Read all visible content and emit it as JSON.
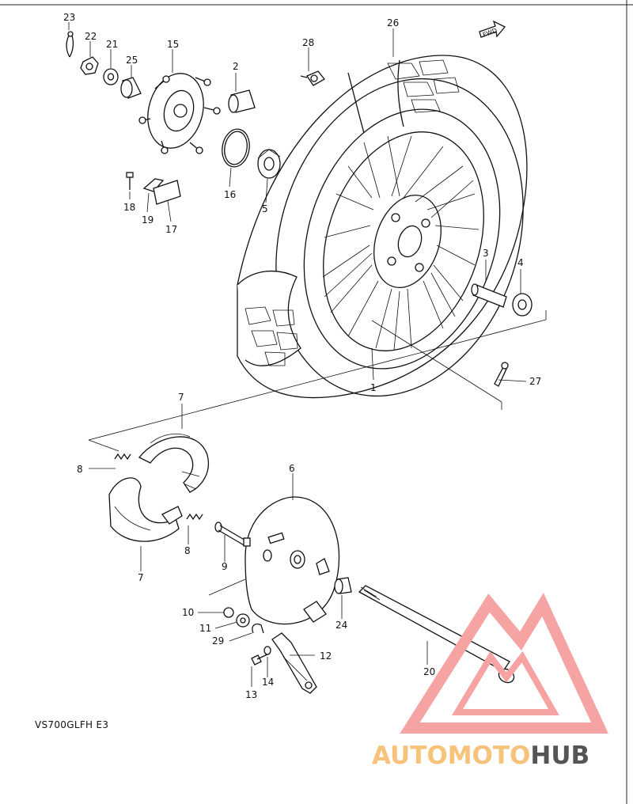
{
  "diagram": {
    "caption": "VS700GLFH E3",
    "fwd_label": "FWD",
    "labels": {
      "p1": "1",
      "p2": "2",
      "p3": "3",
      "p4": "4",
      "p5": "5",
      "p6": "6",
      "p7a": "7",
      "p7b": "7",
      "p8a": "8",
      "p8b": "8",
      "p9": "9",
      "p10": "10",
      "p11": "11",
      "p12": "12",
      "p13": "13",
      "p14": "14",
      "p15": "15",
      "p16": "16",
      "p17": "17",
      "p18": "18",
      "p19": "19",
      "p20": "20",
      "p21": "21",
      "p22": "22",
      "p23": "23",
      "p24": "24",
      "p25": "25",
      "p26": "26",
      "p27": "27",
      "p28": "28",
      "p29": "29"
    }
  },
  "watermark": {
    "part1": "AUTOMOTO",
    "part2": "HUB",
    "color_primary": "#f5a3a3",
    "color_accent": "#f7c27a",
    "color_dark": "#555555"
  }
}
